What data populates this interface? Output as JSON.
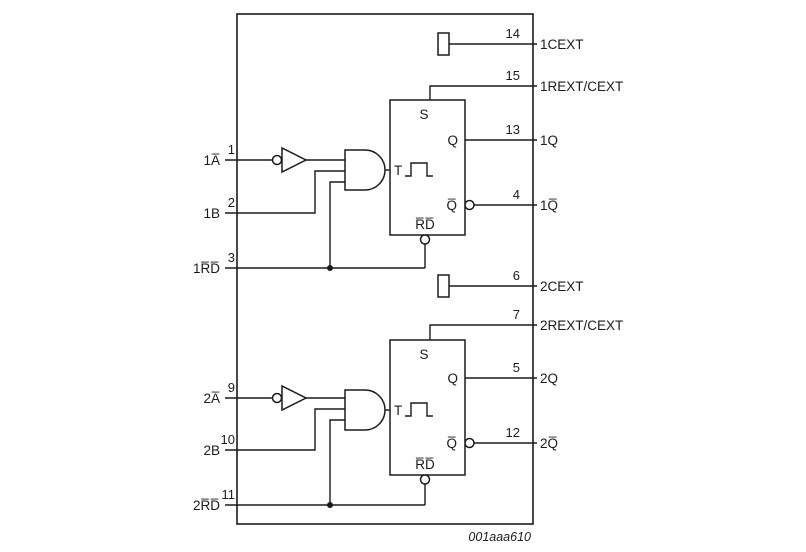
{
  "figure": {
    "caption": "001aaa610"
  },
  "ch1": {
    "a": {
      "pin": "1",
      "label": "1A̅"
    },
    "b": {
      "pin": "2",
      "label": "1B"
    },
    "rd": {
      "pin": "3",
      "label": "1R̅D̅"
    },
    "cext": {
      "pin": "14",
      "label": "1CEXT"
    },
    "rext": {
      "pin": "15",
      "label": "1REXT/CEXT"
    },
    "q": {
      "pin": "13",
      "label": "1Q"
    },
    "qb": {
      "pin": "4",
      "label": "1Q̅"
    },
    "box": {
      "s": "S",
      "t": "T",
      "q": "Q",
      "qb": "Q̅",
      "rd": "R̅D̅"
    }
  },
  "ch2": {
    "a": {
      "pin": "9",
      "label": "2A̅"
    },
    "b": {
      "pin": "10",
      "label": "2B"
    },
    "rd": {
      "pin": "11",
      "label": "2R̅D̅"
    },
    "cext": {
      "pin": "6",
      "label": "2CEXT"
    },
    "rext": {
      "pin": "7",
      "label": "2REXT/CEXT"
    },
    "q": {
      "pin": "5",
      "label": "2Q"
    },
    "qb": {
      "pin": "12",
      "label": "2Q̅"
    },
    "box": {
      "s": "S",
      "t": "T",
      "q": "Q",
      "qb": "Q̅",
      "rd": "R̅D̅"
    }
  }
}
